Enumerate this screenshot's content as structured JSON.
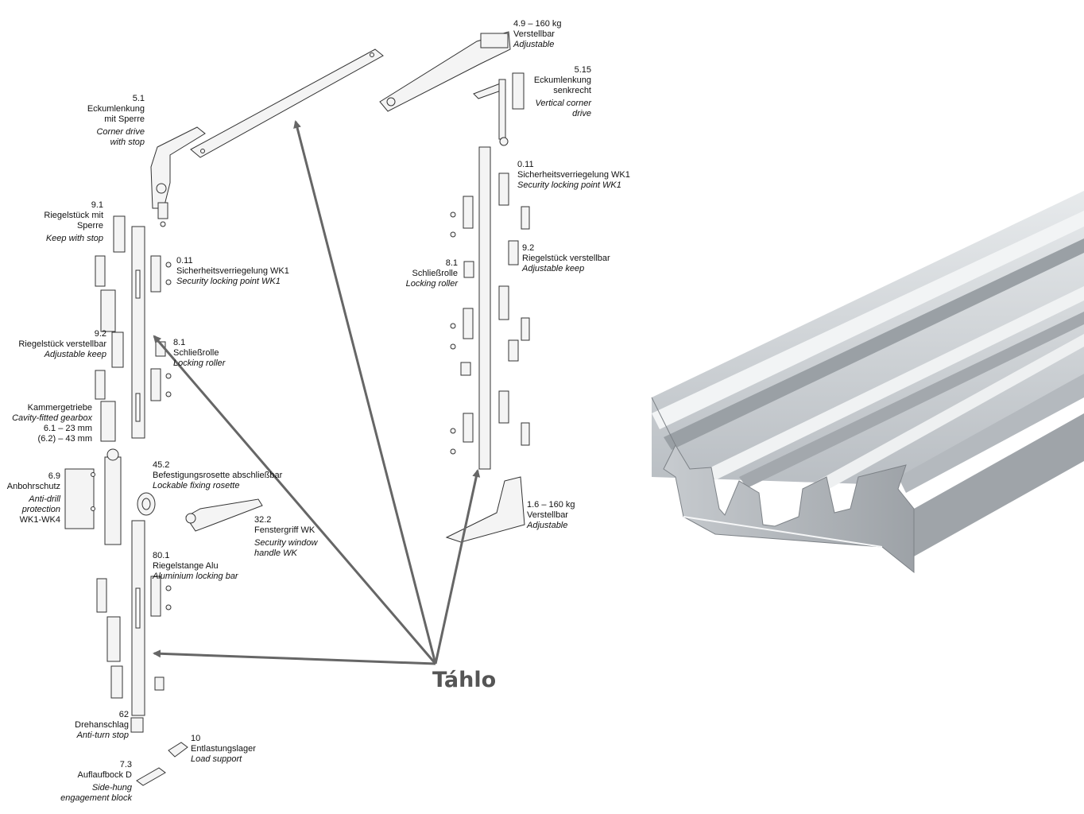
{
  "main_label": "Táhlo",
  "labels": {
    "l51": {
      "num": "5.1",
      "de1": "Eckumlenkung",
      "de2": "mit Sperre",
      "en1": "Corner drive",
      "en2": "with stop"
    },
    "l91": {
      "num": "9.1",
      "de1": "Riegelstück mit",
      "de2": "Sperre",
      "en": "Keep with stop"
    },
    "l011a": {
      "num": "0.11",
      "de": "Sicherheitsverriegelung WK1",
      "en": "Security locking point WK1"
    },
    "l92a": {
      "num": "9.2",
      "de": "Riegelstück verstellbar",
      "en": "Adjustable keep"
    },
    "l81a": {
      "num": "8.1",
      "de": "Schließrolle",
      "en": "Locking roller"
    },
    "lkg": {
      "de": "Kammergetriebe",
      "en": "Cavity-fitted gearbox",
      "v1": "6.1 – 23 mm",
      "v2": "(6.2) – 43 mm"
    },
    "l69": {
      "num": "6.9",
      "de": "Anbohrschutz",
      "en1": "Anti-drill",
      "en2": "protection",
      "en3": "WK1-WK4"
    },
    "l452": {
      "num": "45.2",
      "de": "Befestigungsrosette abschließbar",
      "en": "Lockable fixing rosette"
    },
    "l322": {
      "num": "32.2",
      "de": "Fenstergriff WK",
      "en1": "Security window",
      "en2": "handle WK"
    },
    "l801": {
      "num": "80.1",
      "de": "Riegelstange Alu",
      "en": "Aluminium locking bar"
    },
    "l62": {
      "num": "62",
      "de": "Drehanschlag",
      "en": "Anti-turn stop"
    },
    "l10": {
      "num": "10",
      "de": "Entlastungslager",
      "en": "Load support"
    },
    "l73": {
      "num": "7.3",
      "de": "Auflaufbock D",
      "en1": "Side-hung",
      "en2": "engagement block"
    },
    "l49": {
      "num": "4.9 – 160 kg",
      "de": "Verstellbar",
      "en": "Adjustable"
    },
    "l515": {
      "num": "5.15",
      "de1": "Eckumlenkung",
      "de2": "senkrecht",
      "en1": "Vertical corner",
      "en2": "drive"
    },
    "l011b": {
      "num": "0.11",
      "de": "Sicherheitsverriegelung WK1",
      "en": "Security locking point WK1"
    },
    "l92b": {
      "num": "9.2",
      "de": "Riegelstück verstellbar",
      "en": "Adjustable keep"
    },
    "l81b": {
      "num": "8.1",
      "de": "Schließrolle",
      "en": "Locking roller"
    },
    "l16": {
      "num": "1.6 – 160 kg",
      "de": "Verstellbar",
      "en": "Adjustable"
    }
  },
  "colors": {
    "arrow": "#666666",
    "line": "#555555",
    "profile_light": "#d4d8db",
    "profile_mid": "#aeb3b8",
    "profile_dark": "#878c91"
  }
}
